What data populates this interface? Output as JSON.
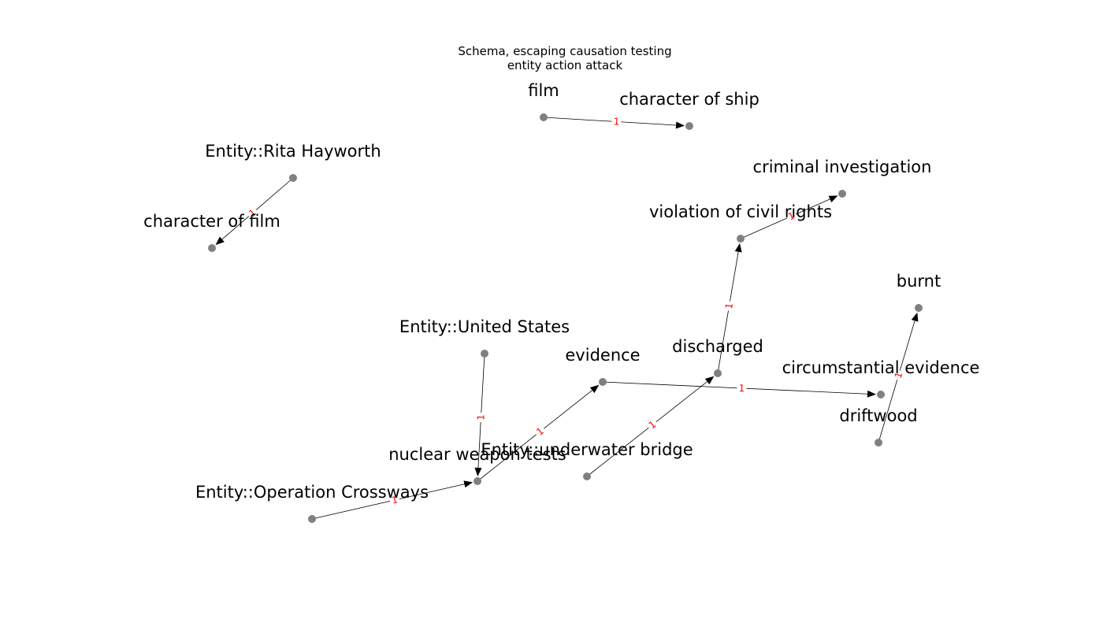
{
  "title": {
    "line1": "Schema, escaping causation testing",
    "line2": "entity action attack"
  },
  "colors": {
    "node": "#808080",
    "edge": "#000000",
    "edge_label": "#ff0000",
    "text": "#000000",
    "background": "#ffffff"
  },
  "nodes": [
    {
      "id": "film",
      "label": "film"
    },
    {
      "id": "character_of_ship",
      "label": "character of ship"
    },
    {
      "id": "rita_hayworth",
      "label": "Entity::Rita Hayworth"
    },
    {
      "id": "character_of_film",
      "label": "character of film"
    },
    {
      "id": "criminal_investigation",
      "label": "criminal investigation"
    },
    {
      "id": "violation_of_civil_rights",
      "label": "violation of civil rights"
    },
    {
      "id": "burnt",
      "label": "burnt"
    },
    {
      "id": "united_states",
      "label": "Entity::United States"
    },
    {
      "id": "evidence",
      "label": "evidence"
    },
    {
      "id": "discharged",
      "label": "discharged"
    },
    {
      "id": "circumstantial_evidence",
      "label": "circumstantial evidence"
    },
    {
      "id": "driftwood",
      "label": "driftwood"
    },
    {
      "id": "nuclear_weapon_tests",
      "label": "nuclear weapon tests"
    },
    {
      "id": "underwater_bridge",
      "label": "Entity::underwater bridge"
    },
    {
      "id": "operation_crossways",
      "label": "Entity::Operation Crossways"
    }
  ],
  "edges": [
    {
      "source": "film",
      "target": "character_of_ship",
      "label": "1"
    },
    {
      "source": "rita_hayworth",
      "target": "character_of_film",
      "label": "1"
    },
    {
      "source": "violation_of_civil_rights",
      "target": "criminal_investigation",
      "label": "1"
    },
    {
      "source": "discharged",
      "target": "violation_of_civil_rights",
      "label": "1"
    },
    {
      "source": "driftwood",
      "target": "burnt",
      "label": "1"
    },
    {
      "source": "united_states",
      "target": "nuclear_weapon_tests",
      "label": "1"
    },
    {
      "source": "nuclear_weapon_tests",
      "target": "evidence",
      "label": "1"
    },
    {
      "source": "evidence",
      "target": "circumstantial_evidence",
      "label": "1"
    },
    {
      "source": "underwater_bridge",
      "target": "discharged",
      "label": "1"
    },
    {
      "source": "operation_crossways",
      "target": "nuclear_weapon_tests",
      "label": "1"
    }
  ]
}
